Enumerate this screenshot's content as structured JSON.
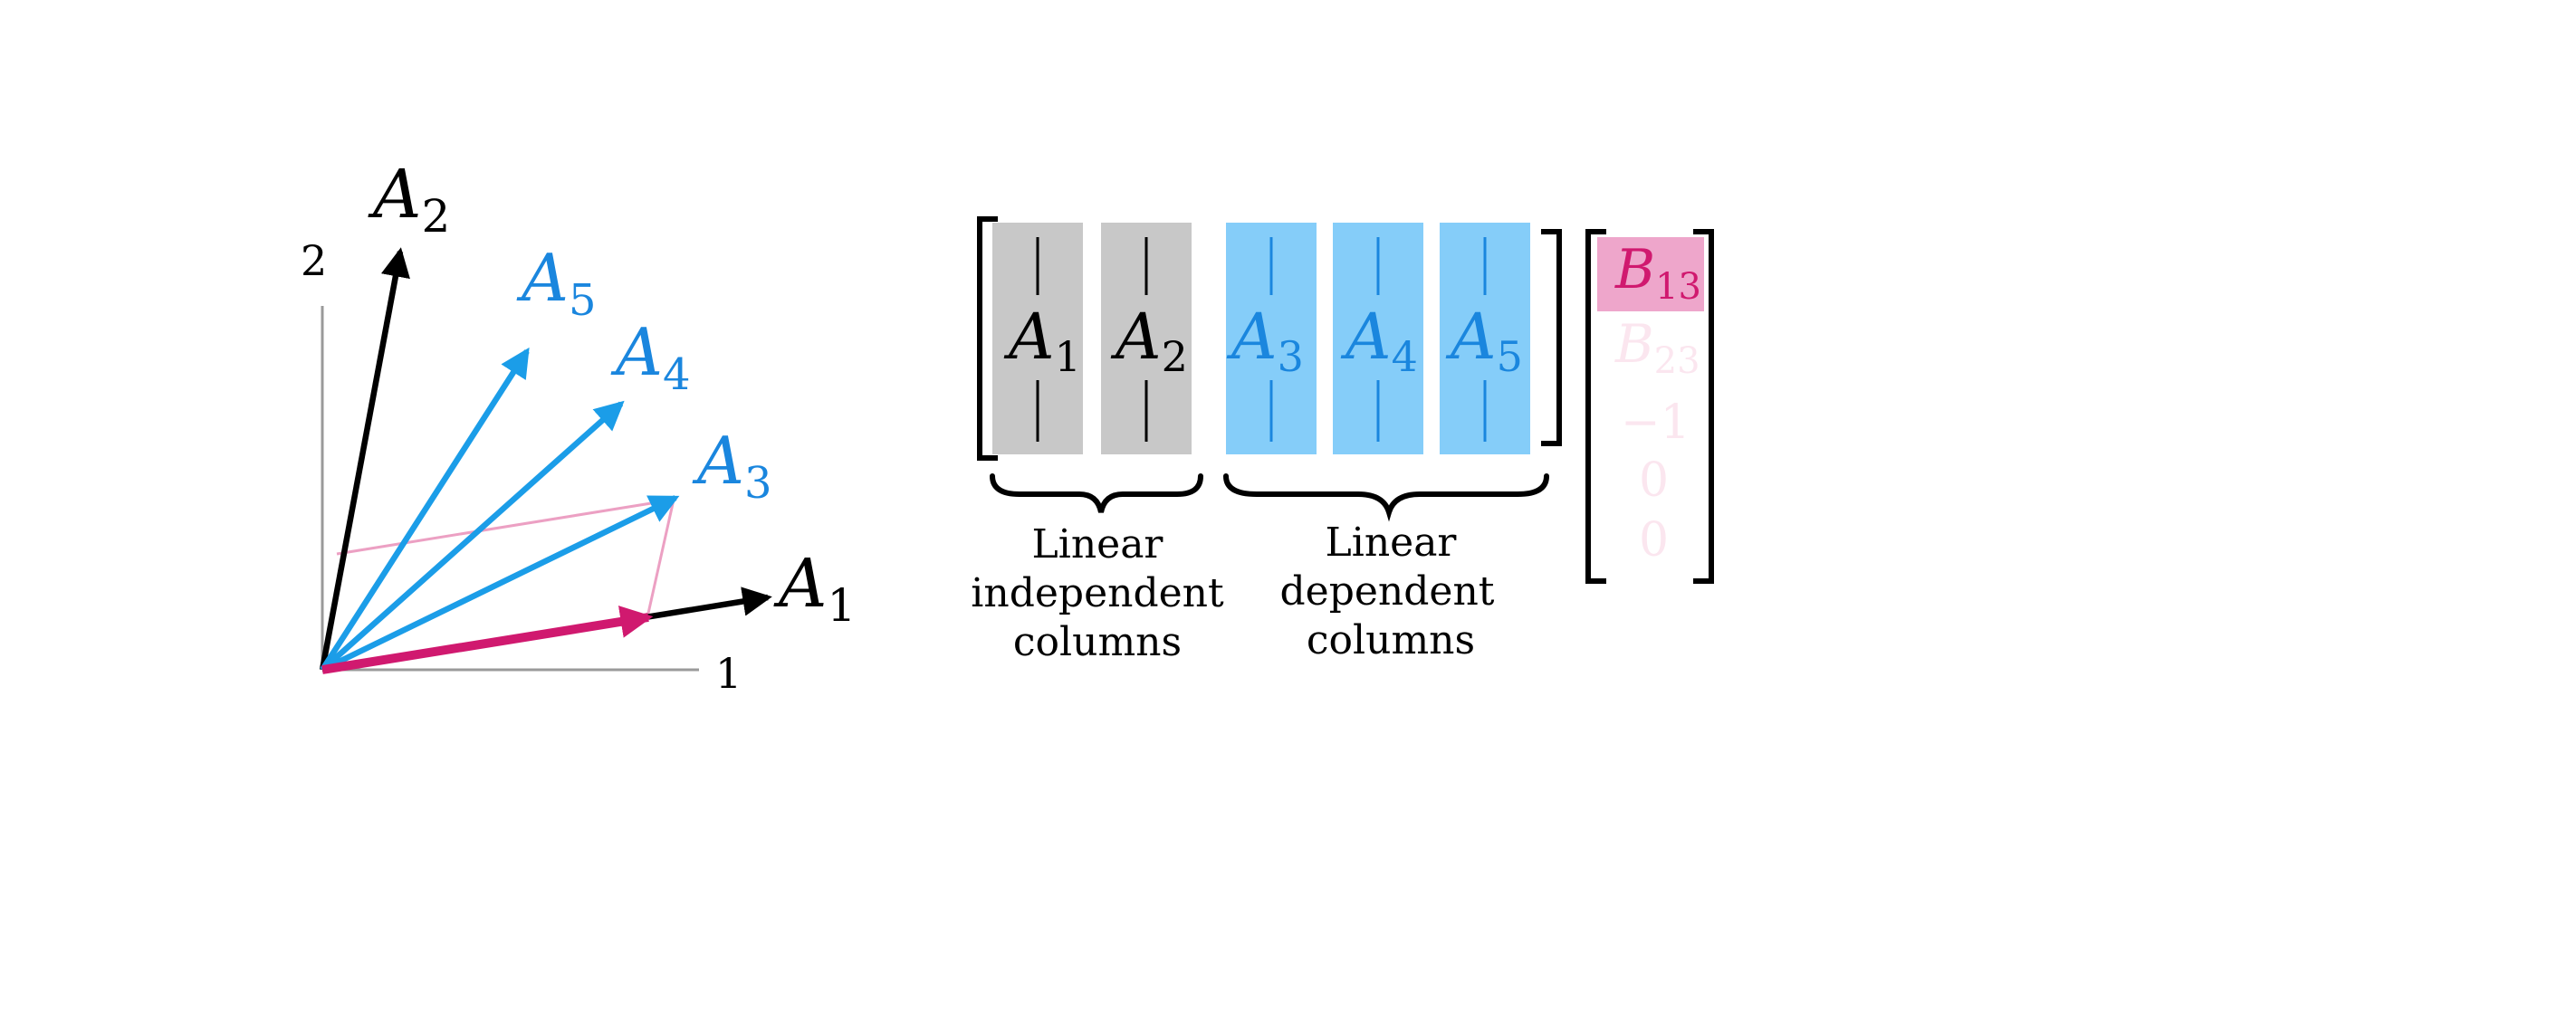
{
  "axes": {
    "tick_x": "1",
    "tick_y": "2"
  },
  "vectors": {
    "A1": {
      "base": "A",
      "sub": "1"
    },
    "A2": {
      "base": "A",
      "sub": "2"
    },
    "A3": {
      "base": "A",
      "sub": "3"
    },
    "A4": {
      "base": "A",
      "sub": "4"
    },
    "A5": {
      "base": "A",
      "sub": "5"
    }
  },
  "matrix_columns": [
    {
      "base": "A",
      "sub": "1",
      "group": "independent"
    },
    {
      "base": "A",
      "sub": "2",
      "group": "independent"
    },
    {
      "base": "A",
      "sub": "3",
      "group": "dependent"
    },
    {
      "base": "A",
      "sub": "4",
      "group": "dependent"
    },
    {
      "base": "A",
      "sub": "5",
      "group": "dependent"
    }
  ],
  "captions": {
    "independent": [
      "Linear",
      "independent",
      "columns"
    ],
    "dependent": [
      "Linear",
      "dependent",
      "columns"
    ]
  },
  "b_vector": {
    "b13": {
      "base": "B",
      "sub": "13"
    },
    "b23": {
      "base": "B",
      "sub": "23"
    },
    "e3": "−1",
    "e4": "0",
    "e5": "0"
  },
  "colors": {
    "black": "#000000",
    "blue": "#1b9de8",
    "blue_text": "#1a86de",
    "blue_fill": "#85cdf9",
    "gray_fill": "#c8c8c8",
    "magenta": "#d0196f",
    "pink_line": "#eca0c3",
    "pink_fill": "#eea6cb",
    "faint_pink": "#fbe6ef",
    "axis": "#9a9a9a"
  }
}
